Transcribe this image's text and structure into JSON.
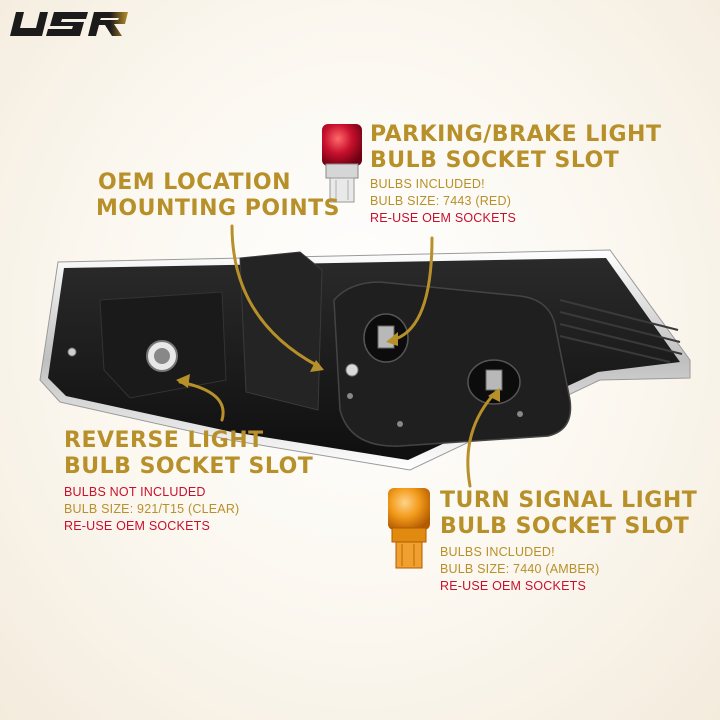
{
  "brand": {
    "logo_text": "USR",
    "colors": {
      "gold": "#b8902a",
      "red": "#c8102e",
      "dark": "#1b1b1b"
    }
  },
  "callouts": {
    "parking_brake": {
      "title_line1": "PARKING/BRAKE LIGHT",
      "title_line2": "BULB SOCKET SLOT",
      "info": [
        "BULBS INCLUDED!",
        "BULB SIZE: 7443 (RED)"
      ],
      "warning": "RE-USE OEM SOCKETS",
      "bulb_icon": "red-wedge-bulb-icon"
    },
    "oem_location": {
      "title_line1": "OEM LOCATION",
      "title_line2": "MOUNTING POINTS"
    },
    "reverse": {
      "title_line1": "REVERSE LIGHT",
      "title_line2": "BULB SOCKET SLOT",
      "info_red": "BULBS NOT INCLUDED",
      "info": "BULB SIZE: 921/T15 (CLEAR)",
      "warning": "RE-USE OEM SOCKETS"
    },
    "turn_signal": {
      "title_line1": "TURN SIGNAL LIGHT",
      "title_line2": "BULB SOCKET SLOT",
      "info": [
        "BULBS INCLUDED!",
        "BULB SIZE: 7440 (AMBER)"
      ],
      "warning": "RE-USE OEM SOCKETS",
      "bulb_icon": "amber-wedge-bulb-icon"
    }
  }
}
